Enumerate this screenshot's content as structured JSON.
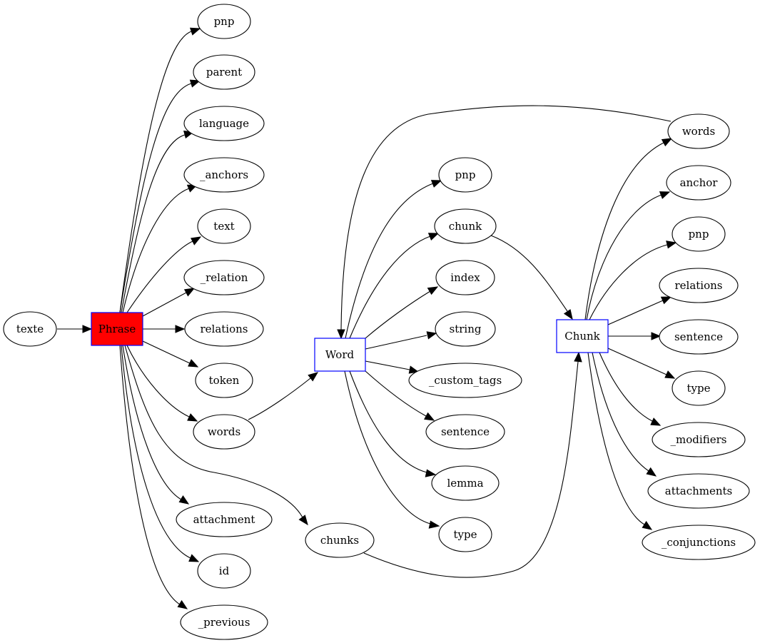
{
  "graph": {
    "nodes": {
      "texte": "texte",
      "phrase": "Phrase",
      "p_pnp": "pnp",
      "p_parent": "parent",
      "p_language": "language",
      "p_anchors": "_anchors",
      "p_text": "text",
      "p_relation": "_relation",
      "p_relations": "relations",
      "p_token": "token",
      "p_words": "words",
      "p_attachment": "attachment",
      "p_chunks": "chunks",
      "p_id": "id",
      "p_previous": "_previous",
      "word": "Word",
      "w_pnp": "pnp",
      "w_chunk": "chunk",
      "w_index": "index",
      "w_string": "string",
      "w_custom_tags": "_custom_tags",
      "w_sentence": "sentence",
      "w_lemma": "lemma",
      "w_type": "type",
      "chunk": "Chunk",
      "c_words": "words",
      "c_anchor": "anchor",
      "c_pnp": "pnp",
      "c_relations": "relations",
      "c_sentence": "sentence",
      "c_type": "type",
      "c_modifiers": "_modifiers",
      "c_attachments": "attachments",
      "c_conjunctions": "_conjunctions"
    },
    "colors": {
      "phrase_fill": "#ff0000",
      "phrase_border": "#0000ff",
      "class_border": "#0000ff",
      "edge": "#000000"
    }
  }
}
